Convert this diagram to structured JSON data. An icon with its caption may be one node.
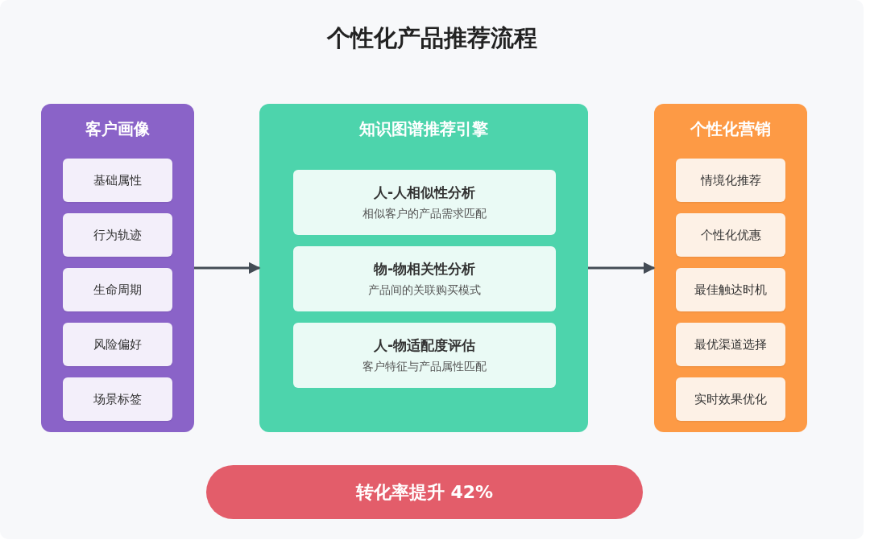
{
  "diagram": {
    "title": "个性化产品推荐流程",
    "nodes": [
      {
        "text": [
          "客户画像"
        ]
      },
      {
        "text": [
          "基础属性"
        ],
        "in": 0
      },
      {
        "text": [
          "行为轨迹"
        ],
        "in": 0
      },
      {
        "text": [
          "生命周期"
        ],
        "in": 0
      },
      {
        "text": [
          "风险偏好"
        ],
        "in": 0
      },
      {
        "text": [
          "场景标签"
        ],
        "in": 0
      },
      {
        "text": [
          "知识图谱推荐引擎"
        ]
      },
      {
        "text": [
          "人-人相似性分析",
          "相似客户的产品需求匹配"
        ],
        "in": 6
      },
      {
        "text": [
          "物-物相关性分析",
          "产品间的关联购买模式"
        ],
        "in": 6
      },
      {
        "text": [
          "人-物适配度评估",
          "客户特征与产品属性匹配"
        ],
        "in": 6
      },
      {
        "text": [
          "个性化营销"
        ]
      },
      {
        "text": [
          "情境化推荐"
        ],
        "in": 10
      },
      {
        "text": [
          "个性化优惠"
        ],
        "in": 10
      },
      {
        "text": [
          "最佳触达时机"
        ],
        "in": 10
      },
      {
        "text": [
          "最优渠道选择"
        ],
        "in": 10
      },
      {
        "text": [
          "实时效果优化"
        ],
        "in": 10
      },
      {
        "text": [
          "转化率提升 42%"
        ]
      }
    ],
    "edges": [
      {
        "from": 0,
        "to": 6,
        "arrow": "to"
      },
      {
        "from": 6,
        "to": 10,
        "arrow": "to"
      }
    ]
  }
}
